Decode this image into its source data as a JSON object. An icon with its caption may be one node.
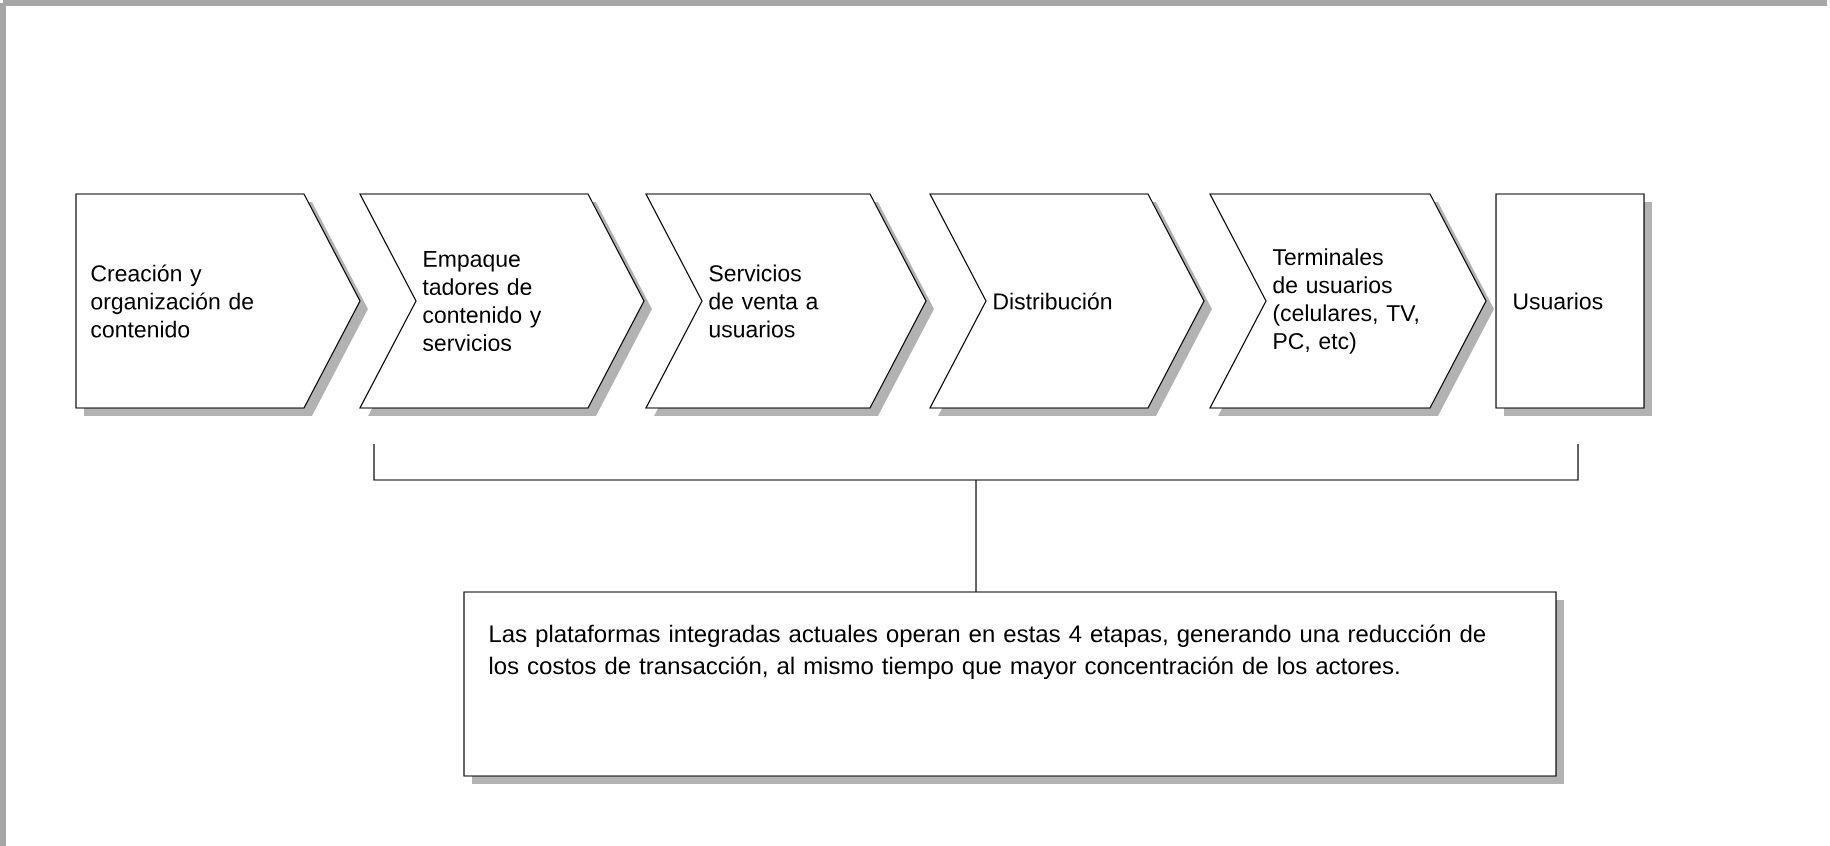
{
  "diagram": {
    "nodes": [
      {
        "text": [
          "Creación y organización de contenido"
        ]
      },
      {
        "text": [
          "Empaque tadores de contenido y servicios"
        ]
      },
      {
        "text": [
          "Servicios de venta a usuarios"
        ]
      },
      {
        "text": [
          "Distribución"
        ]
      },
      {
        "text": [
          "Terminales de usuarios (celulares, TV, PC, etc)"
        ]
      },
      {
        "text": [
          "Usuarios"
        ]
      },
      {
        "text": [
          "Las plataformas integradas actuales operan en estas 4 etapas, generando una reducción de los costos de transacción, al mismo tiempo que mayor concentración de los actores."
        ]
      }
    ]
  }
}
